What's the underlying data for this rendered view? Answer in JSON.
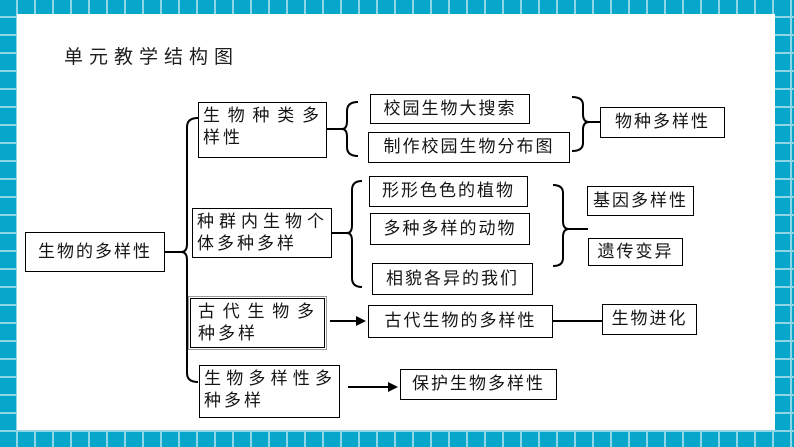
{
  "slide": {
    "title": "单元教学结构图"
  },
  "theme": {
    "frame_color": "#06a7ca",
    "frame_grid_line_color": "#8fd6e7",
    "slide_background": "#ffffff",
    "box_border_color": "#000000",
    "text_color": "#151515"
  },
  "diagram": {
    "root": {
      "label": "生物的多样性"
    },
    "branches": [
      {
        "label": "生物种类多样性",
        "children": [
          "校园生物大搜索",
          "制作校园生物分布图"
        ],
        "results": [
          "物种多样性"
        ]
      },
      {
        "label": "种群内生物个体多种多样",
        "children": [
          "形形色色的植物",
          "多种多样的动物",
          "相貌各异的我们"
        ],
        "results": [
          "基因多样性",
          "遗传变异"
        ]
      },
      {
        "label": "古代生物多种多样",
        "children": [
          "古代生物的多样性"
        ],
        "results": [
          "生物进化"
        ]
      },
      {
        "label": "生物多样性多种多样",
        "children": [
          "保护生物多样性"
        ],
        "results": []
      }
    ]
  }
}
